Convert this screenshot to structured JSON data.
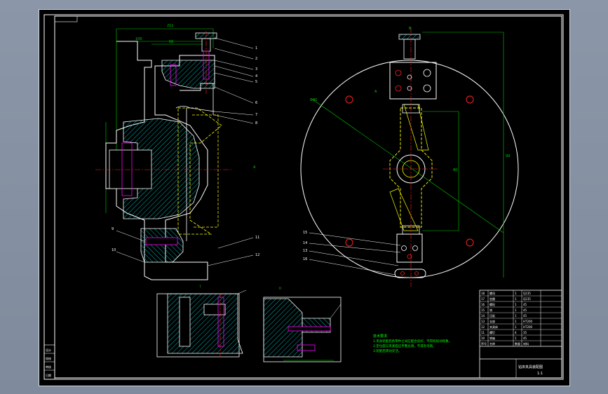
{
  "colors": {
    "background": "#000000",
    "frame": "#ffffff",
    "part": "#ffffff",
    "hidden_line": "#ffff00",
    "hatch": "#00b3b3",
    "center_line": "#ff2020",
    "dimension": "#00cc00",
    "callout": "#ffffff",
    "accent_magenta": "#ff00ff",
    "notes": "#00ff00"
  },
  "icons": [
    "drawing-icon"
  ],
  "dimensions": {
    "overall_width": "211",
    "offset_upper": "100",
    "offset_small": "50",
    "diameter_circle": "Φ90",
    "side_height": "99",
    "vertical_span": "80"
  },
  "callouts_left": [
    "1",
    "2",
    "3",
    "4",
    "5",
    "6",
    "7",
    "8",
    "9",
    "10",
    "11",
    "12"
  ],
  "callouts_right": [
    "15",
    "14",
    "13",
    "16"
  ],
  "section_labels": {
    "left_view": "A",
    "mid_view": "A",
    "top_right": "B",
    "detail1": "I",
    "detail2": "II"
  },
  "notes": {
    "title": "技术要求",
    "lines": [
      "1.夹具装配后各零件之间应配合良好，不得有松动现象。",
      "2.定位面与夹紧面应平整光滑，不得有毛刺。",
      "3.装配后转动灵活。"
    ]
  },
  "title_block": {
    "rows": [
      [
        "18",
        "螺母",
        "1",
        "Q235"
      ],
      [
        "17",
        "垫圈",
        "1",
        "Q235"
      ],
      [
        "16",
        "螺栓",
        "1",
        "45"
      ],
      [
        "15",
        "销",
        "1",
        "45"
      ],
      [
        "14",
        "压板",
        "1",
        "45"
      ],
      [
        "13",
        "支座",
        "1",
        "HT200"
      ],
      [
        "12",
        "夹具体",
        "1",
        "HT200"
      ],
      [
        "11",
        "螺钉",
        "4",
        "35"
      ],
      [
        "10",
        "销轴",
        "1",
        "45"
      ]
    ],
    "header": [
      "序号",
      "名称",
      "数量",
      "材料"
    ],
    "drawing_name": "钻床夹具装配图",
    "scale": "1:1"
  },
  "side_strip": [
    "设计",
    "校核",
    "审核",
    "日期"
  ]
}
